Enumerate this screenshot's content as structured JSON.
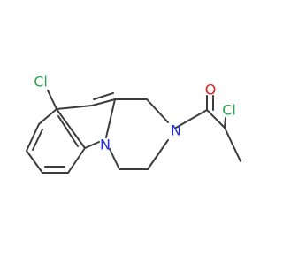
{
  "molecule": {
    "atoms": [
      {
        "id": "cl1",
        "symbol": "Cl",
        "color": "#2aa84a"
      },
      {
        "id": "n1",
        "symbol": "N",
        "color": "#1e2fe0"
      },
      {
        "id": "n2",
        "symbol": "N",
        "color": "#1e2fe0"
      },
      {
        "id": "o1",
        "symbol": "O",
        "color": "#e01b1b"
      },
      {
        "id": "cl2",
        "symbol": "Cl",
        "color": "#2aa84a"
      }
    ],
    "bond_color": "#3c3c3c"
  }
}
